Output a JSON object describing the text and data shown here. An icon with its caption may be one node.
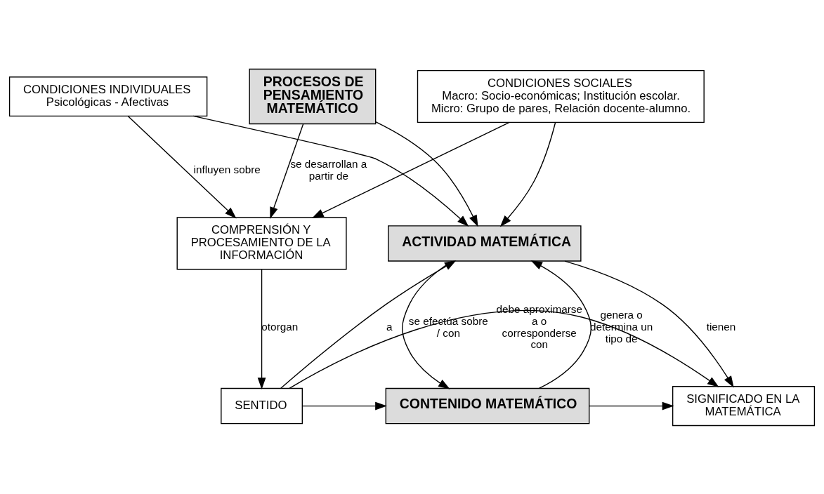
{
  "diagram": {
    "nodes": [
      {
        "text": [
          "CONDICIONES INDIVIDUALES",
          "Psicológicas - Afectivas"
        ]
      },
      {
        "text": [
          "CONDICIONES SOCIALES",
          "Macro: Socio-económicas; Institución escolar.",
          "Micro: Grupo de pares, Relación docente-alumno."
        ]
      },
      {
        "text": [
          "PROCESOS DE PENSAMIENTO MATEMÁTICO"
        ]
      },
      {
        "text": [
          "COMPRENSIÓN Y PROCESAMIENTO DE LA INFORMACIÓN"
        ]
      },
      {
        "text": [
          "ACTIVIDAD MATEMÁTICA"
        ]
      },
      {
        "text": [
          "SIGNIFICADO EN LA MATEMÁTICA"
        ]
      },
      {
        "text": [
          "SENTIDO"
        ]
      },
      {
        "text": [
          "CONTENIDO MATEMÁTICO"
        ]
      }
    ],
    "edges": [
      {
        "from": 0,
        "to": 3,
        "arrow": "to",
        "label": "influyen sobre"
      },
      {
        "from": 0,
        "to": 4,
        "arrow": "to"
      },
      {
        "from": 1,
        "to": 3,
        "arrow": "to"
      },
      {
        "from": 1,
        "to": 4,
        "arrow": "to"
      },
      {
        "from": 2,
        "to": 3,
        "arrow": "to",
        "label": "se desarrollan a partir de"
      },
      {
        "from": 2,
        "to": 4,
        "arrow": "to"
      },
      {
        "from": 3,
        "to": 6,
        "arrow": "to",
        "label": "otorgan"
      },
      {
        "from": 6,
        "to": 4,
        "arrow": "to",
        "label": "a"
      },
      {
        "from": 6,
        "to": 7,
        "arrow": "to"
      },
      {
        "from": 4,
        "to": 7,
        "arrow": "to",
        "label": "se efectúa sobre / con"
      },
      {
        "from": 7,
        "to": 4,
        "arrow": "to",
        "label": "genera o determina un tipo de"
      },
      {
        "from": 4,
        "to": 5,
        "arrow": "to",
        "label": "tienen"
      },
      {
        "from": 7,
        "to": 5,
        "arrow": "to"
      },
      {
        "from": 6,
        "to": 5,
        "arrow": "to",
        "label": "debe aproximarse a o corresponderse con"
      }
    ]
  }
}
